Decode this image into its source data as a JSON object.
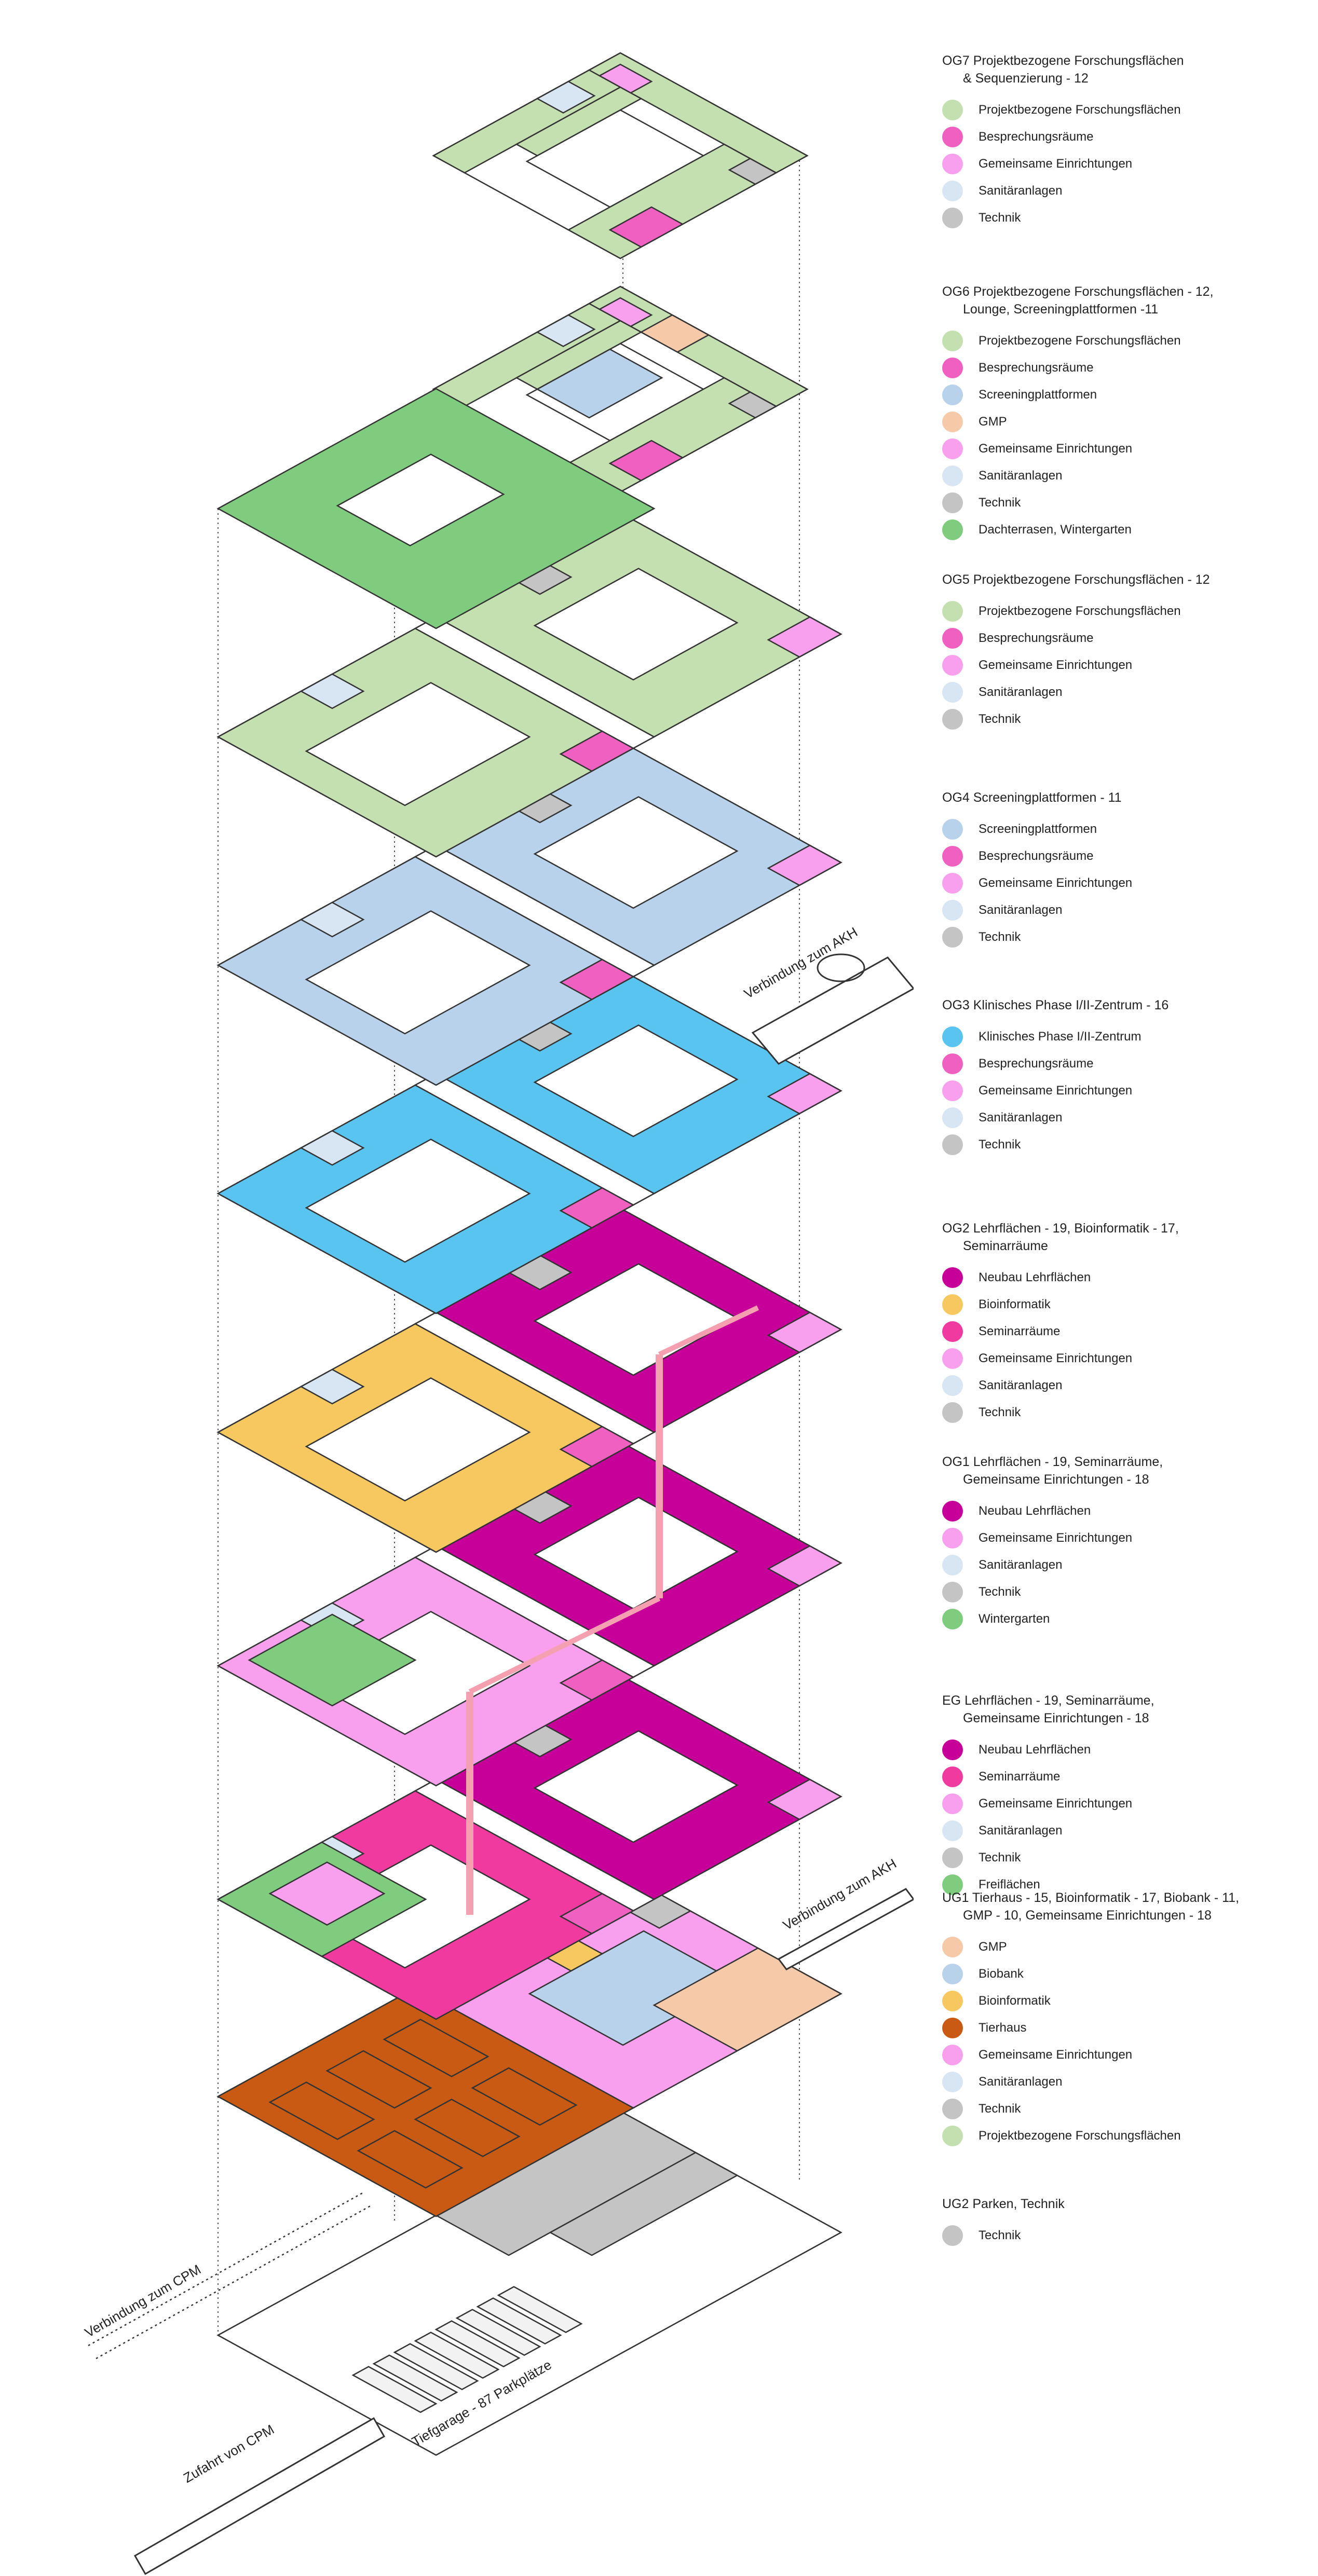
{
  "colors": {
    "Projektbezogene Forschungsflächen": "#c5e0b0",
    "Besprechungsräume": "#f060c0",
    "Gemeinsame Einrichtungen": "#f8a0ee",
    "Sanitäranlagen": "#d8e6f4",
    "Technik": "#c4c4c4",
    "Screeningplattformen": "#b9d2ec",
    "GMP": "#f6c9a8",
    "Dachterrasen, Wintergarten": "#7fcc7f",
    "Klinisches Phase I/II-Zentrum": "#5ac4f0",
    "Neubau Lehrflächen": "#c8009a",
    "Bioinformatik": "#f8c860",
    "Seminarräume": "#f03aa0",
    "Wintergarten": "#7fcc7f",
    "Freiflächen": "#7fcc7f",
    "Biobank": "#b9d2ec",
    "Tierhaus": "#c85a14",
    "Parken": "#e6e6e6"
  },
  "annotations": {
    "akh_upper": "Verbindung zum AKH",
    "akh_lower": "Verbindung zum AKH",
    "cpm": "Verbindung zum CPM",
    "zufahrt": "Zufahrt von CPM",
    "tiefgarage": "Tiefgarage - 87 Parkplätze"
  },
  "legend": [
    {
      "title": "OG7 Projektbezogene Forschungsflächen",
      "title2": "& Sequenzierung - 12",
      "items": [
        "Projektbezogene Forschungsflächen",
        "Besprechungsräume",
        "Gemeinsame Einrichtungen",
        "Sanitäranlagen",
        "Technik"
      ]
    },
    {
      "title": "OG6 Projektbezogene Forschungsflächen - 12,",
      "title2": "Lounge, Screeningplattformen -11",
      "items": [
        "Projektbezogene Forschungsflächen",
        "Besprechungsräume",
        "Screeningplattformen",
        "GMP",
        "Gemeinsame Einrichtungen",
        "Sanitäranlagen",
        "Technik",
        "Dachterrasen, Wintergarten"
      ]
    },
    {
      "title": "OG5 Projektbezogene Forschungsflächen - 12",
      "title2": "",
      "items": [
        "Projektbezogene Forschungsflächen",
        "Besprechungsräume",
        "Gemeinsame Einrichtungen",
        "Sanitäranlagen",
        "Technik"
      ]
    },
    {
      "title": "OG4 Screeningplattformen - 11",
      "title2": "",
      "items": [
        "Screeningplattformen",
        "Besprechungsräume",
        "Gemeinsame Einrichtungen",
        "Sanitäranlagen",
        "Technik"
      ]
    },
    {
      "title": "OG3 Klinisches Phase I/II-Zentrum - 16",
      "title2": "",
      "items": [
        "Klinisches Phase I/II-Zentrum",
        "Besprechungsräume",
        "Gemeinsame Einrichtungen",
        "Sanitäranlagen",
        "Technik"
      ]
    },
    {
      "title": "OG2 Lehrflächen - 19, Bioinformatik - 17,",
      "title2": "Seminarräume",
      "items": [
        "Neubau Lehrflächen",
        "Bioinformatik",
        "Seminarräume",
        "Gemeinsame Einrichtungen",
        "Sanitäranlagen",
        "Technik"
      ]
    },
    {
      "title": "OG1 Lehrflächen - 19, Seminarräume,",
      "title2": "Gemeinsame Einrichtungen - 18",
      "items": [
        "Neubau Lehrflächen",
        "Gemeinsame Einrichtungen",
        "Sanitäranlagen",
        "Technik",
        "Wintergarten"
      ]
    },
    {
      "title": "EG Lehrflächen - 19, Seminarräume,",
      "title2": "Gemeinsame Einrichtungen - 18",
      "items": [
        "Neubau Lehrflächen",
        "Seminarräume",
        "Gemeinsame Einrichtungen",
        "Sanitäranlagen",
        "Technik",
        "Freiflächen"
      ]
    },
    {
      "title": "UG1 Tierhaus - 15, Bioinformatik - 17, Biobank - 11,",
      "title2": "GMP - 10, Gemeinsame Einrichtungen - 18",
      "items": [
        "GMP",
        "Biobank",
        "Bioinformatik",
        "Tierhaus",
        "Gemeinsame Einrichtungen",
        "Sanitäranlagen",
        "Technik",
        "Projektbezogene Forschungsflächen"
      ]
    },
    {
      "title": "UG2 Parken, Technik",
      "title2": "",
      "items": [
        "Technik"
      ]
    }
  ]
}
